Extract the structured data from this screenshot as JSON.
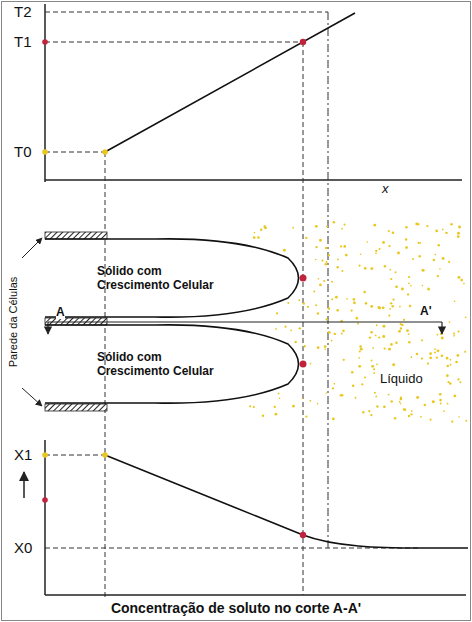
{
  "diagram": {
    "nodes": [
      {
        "text": [
          "Sólido com Crescimento Celular"
        ]
      },
      {
        "text": [
          "Sólido com Crescimento Celular"
        ]
      }
    ],
    "labels": [
      "T2",
      "T1",
      "T0",
      "x",
      "A",
      "A'",
      "Parede da Células",
      "Líquido",
      "X1",
      "X0",
      "Concentração de soluto no corte A-A'"
    ]
  }
}
